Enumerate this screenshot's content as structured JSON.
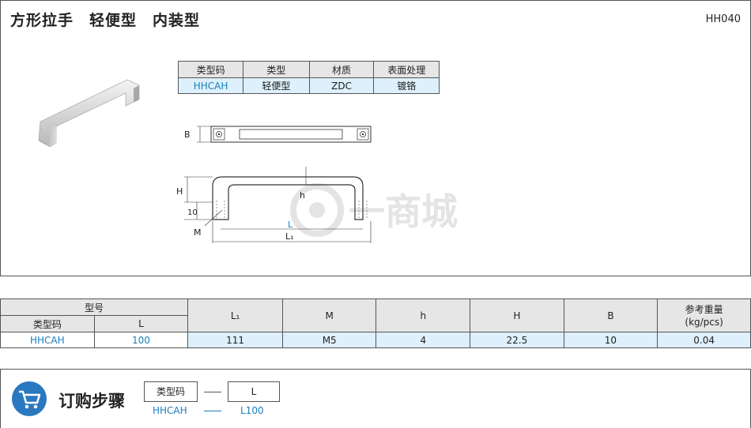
{
  "header": {
    "title": "方形拉手　轻便型　内装型",
    "code": "HH040"
  },
  "spec_table": {
    "headers": [
      "类型码",
      "类型",
      "材质",
      "表面处理"
    ],
    "row": [
      "HHCAH",
      "轻便型",
      "ZDC",
      "镀铬"
    ]
  },
  "drawing_labels": {
    "B": "B",
    "H": "H",
    "ten": "10",
    "M": "M",
    "h": "h",
    "L": "L",
    "L1": "L₁"
  },
  "watermark": "一商城",
  "dims_table": {
    "group_header": "型号",
    "sub_headers": [
      "类型码",
      "L"
    ],
    "headers": [
      "L₁",
      "M",
      "h",
      "H",
      "B"
    ],
    "weight_header_1": "参考重量",
    "weight_header_2": "(kg/pcs)",
    "row": {
      "type_code": "HHCAH",
      "L": "100",
      "L1": "111",
      "M": "M5",
      "h": "4",
      "H": "22.5",
      "B": "10",
      "weight": "0.04"
    }
  },
  "order": {
    "title": "订购步骤",
    "icon": "cart-icon",
    "box1": "类型码",
    "box2": "L",
    "val1": "HHCAH",
    "val2": "L100"
  },
  "colors": {
    "accent": "#1a7fbf",
    "header_bg": "#e6e6e6",
    "cell_bg": "#ddf0fb",
    "icon_bg": "#2a78c0"
  }
}
